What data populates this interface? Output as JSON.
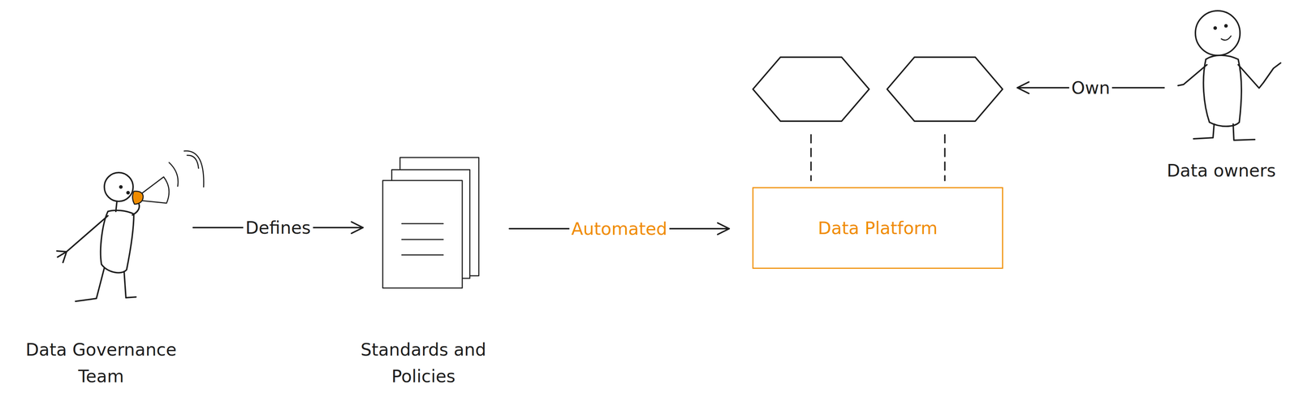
{
  "diagram": {
    "nodes": [
      {
        "text": [
          "Data Governance Team"
        ]
      },
      {
        "text": [
          "Standards and Policies"
        ]
      },
      {
        "text": [
          "Data Platform"
        ]
      },
      {
        "text": []
      },
      {
        "text": []
      },
      {
        "text": [
          "Data owners"
        ]
      }
    ],
    "edges": [
      {
        "from": 0,
        "to": 1,
        "arrow": "to",
        "label": "Defines"
      },
      {
        "from": 1,
        "to": 2,
        "arrow": "to",
        "label": "Automated"
      },
      {
        "from": 3,
        "to": 2,
        "arrow": "none"
      },
      {
        "from": 4,
        "to": 2,
        "arrow": "none"
      },
      {
        "from": 5,
        "to": 4,
        "arrow": "to",
        "label": "Own"
      }
    ]
  }
}
